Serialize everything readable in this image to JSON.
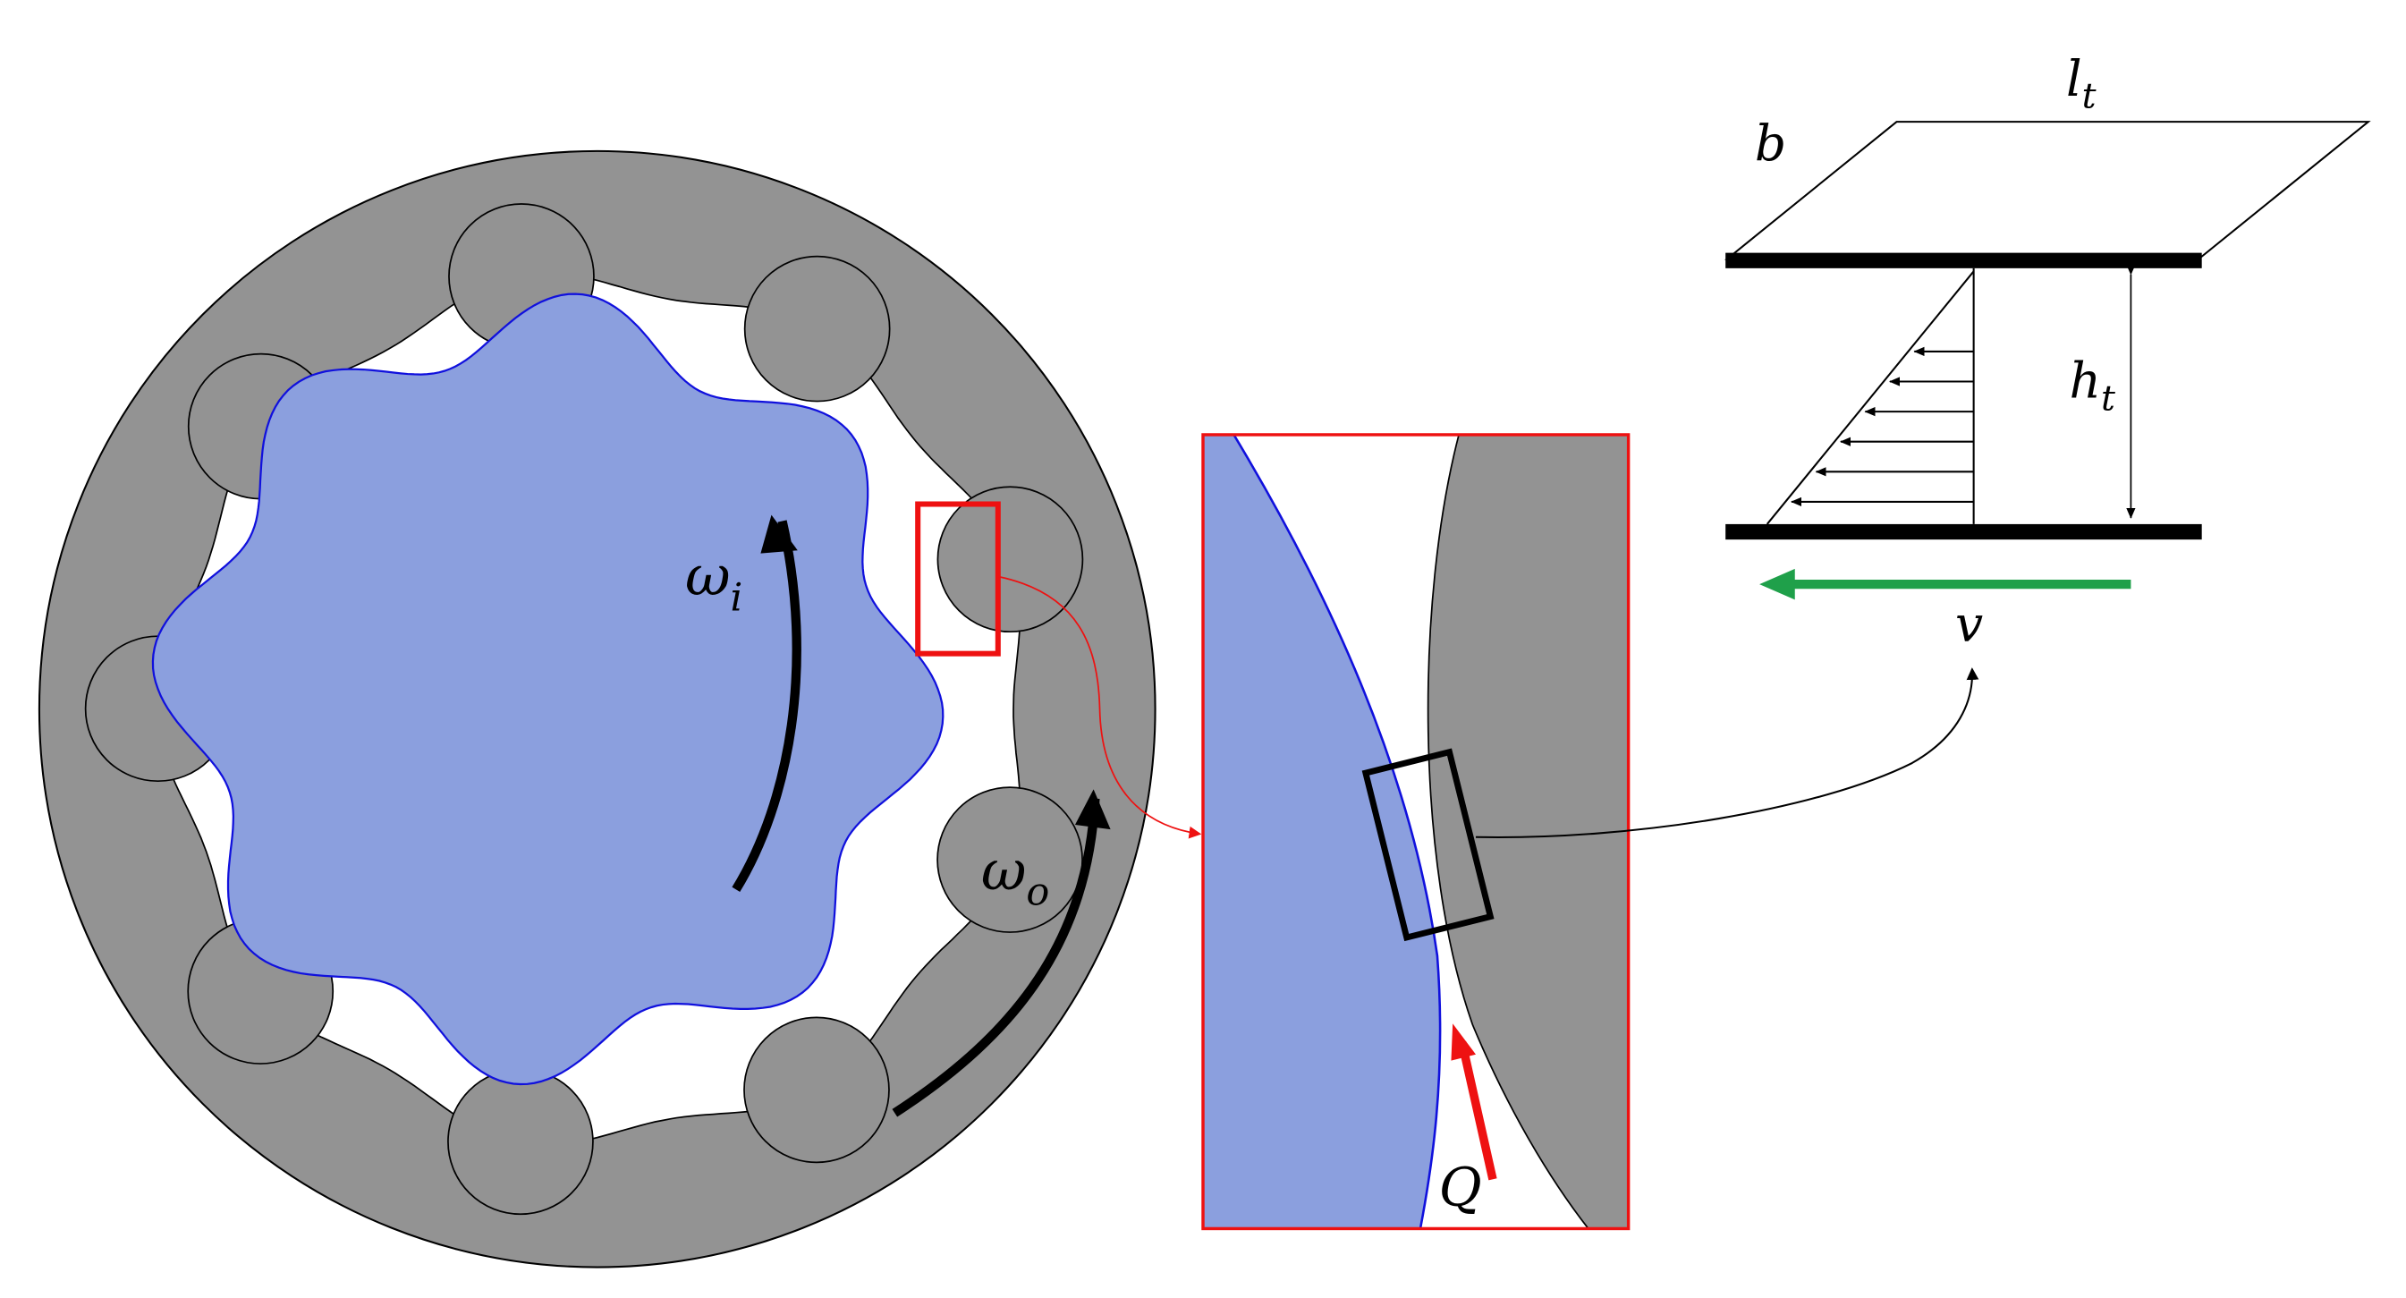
{
  "labels": {
    "omega_inner": {
      "base": "ω",
      "sub": "i"
    },
    "omega_outer": {
      "base": "ω",
      "sub": "o"
    },
    "flow": "Q",
    "gap_width": "b",
    "gap_length": {
      "base": "l",
      "sub": "t"
    },
    "gap_height": {
      "base": "h",
      "sub": "t"
    },
    "wall_velocity": "v"
  },
  "colors": {
    "housing": "#939393",
    "inner_rotor": "#8b9fde",
    "inner_rotor_edge": "#1010dd",
    "zoom_box": "#ee1111",
    "detail_box": "#000000",
    "flow_arrow": "#ee1111",
    "velocity_arrow": "#1fa04a"
  },
  "counts": {
    "inner_rotor_lobes": 8,
    "outer_rotor_lobes": 9,
    "velocity_profile_arrows": 6
  }
}
